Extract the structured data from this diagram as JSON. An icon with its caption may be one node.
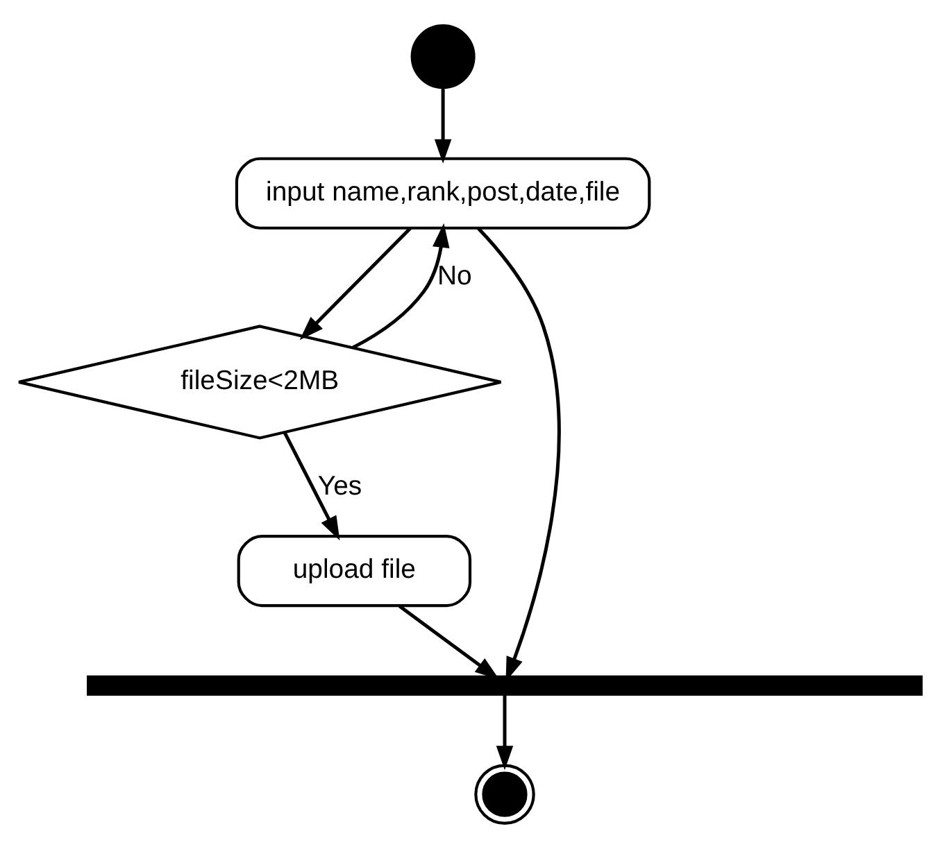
{
  "diagram": {
    "nodes": [
      {
        "text": [],
        "shape": "circle"
      },
      {
        "text": [
          "input name,rank,post,date,file"
        ]
      },
      {
        "text": [
          "fileSize<2MB"
        ]
      },
      {
        "text": [
          "upload file"
        ]
      },
      {
        "text": [],
        "shape": "bar"
      },
      {
        "text": [],
        "shape": "circle"
      }
    ],
    "edges": [
      {
        "from": 0,
        "to": 1,
        "arrow": "to"
      },
      {
        "from": 1,
        "to": 2,
        "arrow": "to"
      },
      {
        "from": 2,
        "to": 1,
        "arrow": "to",
        "label": "No"
      },
      {
        "from": 2,
        "to": 3,
        "arrow": "to",
        "label": "Yes"
      },
      {
        "from": 3,
        "to": 4,
        "arrow": "to"
      },
      {
        "from": 1,
        "to": 4,
        "arrow": "to"
      },
      {
        "from": 4,
        "to": 5,
        "arrow": "to"
      }
    ]
  }
}
